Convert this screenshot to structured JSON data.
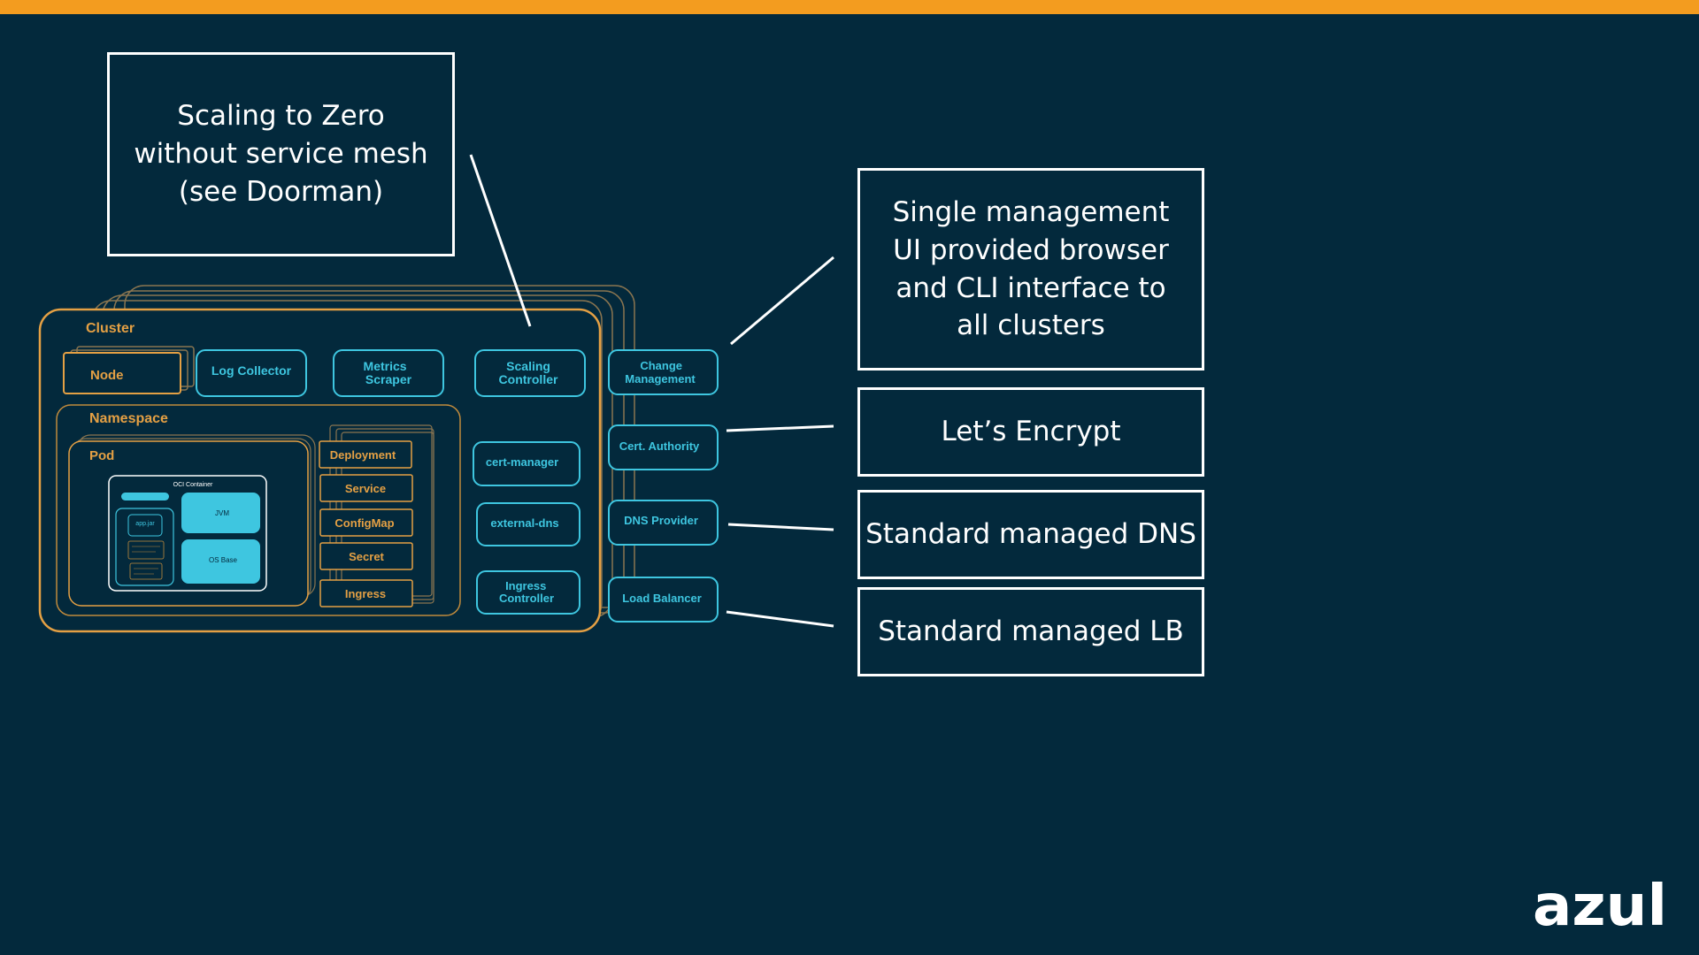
{
  "diagram": {
    "cluster": {
      "label": "Cluster",
      "node_label": "Node",
      "namespace": {
        "label": "Namespace",
        "pod": {
          "label": "Pod",
          "container_label": "OCI Container",
          "app_label": "app.jar",
          "jvm_label": "JVM",
          "os_label": "OS Base"
        },
        "resources": [
          "Deployment",
          "Service",
          "ConfigMap",
          "Secret",
          "Ingress"
        ]
      },
      "services": {
        "log_collector": "Log Collector",
        "metrics_scraper": "Metrics Scraper",
        "scaling_controller": "Scaling Controller",
        "cert_manager": "cert-manager",
        "external_dns": "external-dns",
        "ingress_controller": "Ingress Controller"
      }
    },
    "external": {
      "change_management": "Change Management",
      "cert_authority": "Cert. Authority",
      "dns_provider": "DNS Provider",
      "load_balancer": "Load Balancer"
    }
  },
  "callouts": {
    "scaling_to_zero": "Scaling to Zero without service mesh (see Doorman)",
    "management_ui": "Single management UI provided browser and CLI interface to all clusters",
    "lets_encrypt": "Let’s Encrypt",
    "managed_dns": "Standard managed DNS",
    "managed_lb": "Standard managed LB"
  },
  "logo": {
    "text": "azul"
  },
  "colors": {
    "background": "#03293c",
    "accent_orange": "#f39c1f",
    "cyan": "#3ec6e0",
    "callout_border": "#ffffff"
  }
}
